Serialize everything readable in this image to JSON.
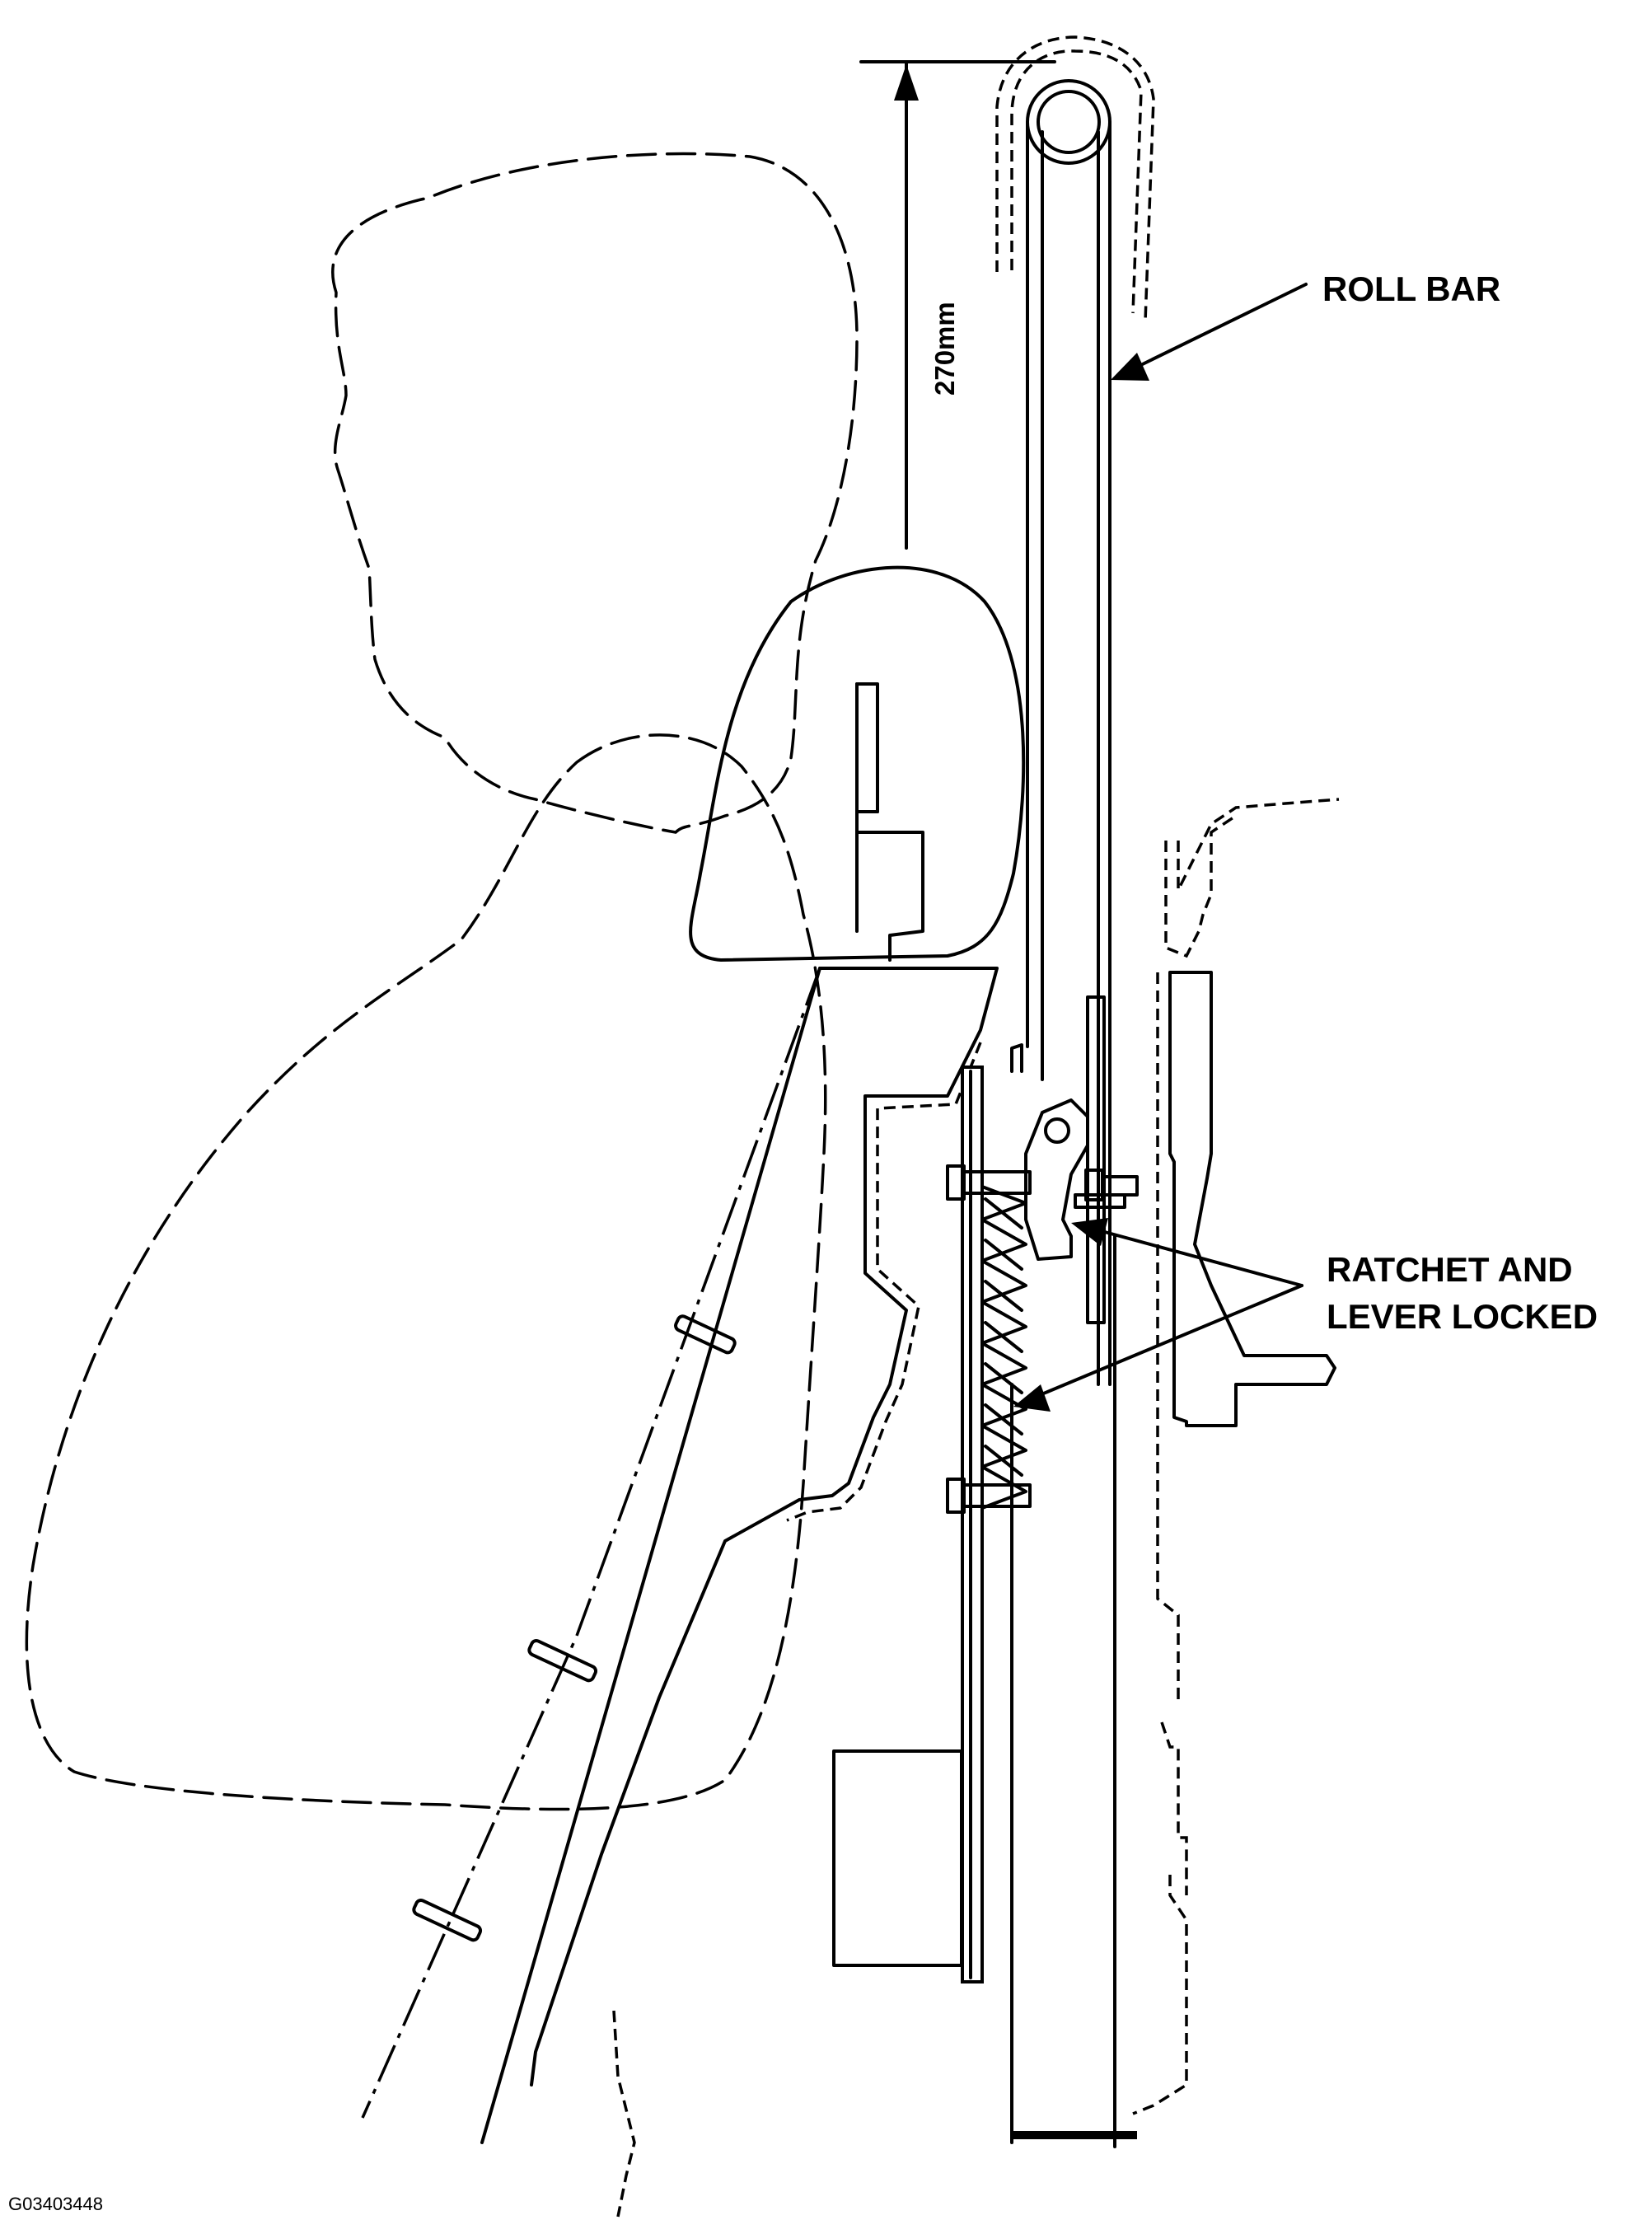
{
  "labels": {
    "roll_bar": "ROLL BAR",
    "ratchet_line1": "RATCHET AND",
    "ratchet_line2": "LEVER LOCKED",
    "dimension": "270mm",
    "figure_code": "G03403448"
  }
}
